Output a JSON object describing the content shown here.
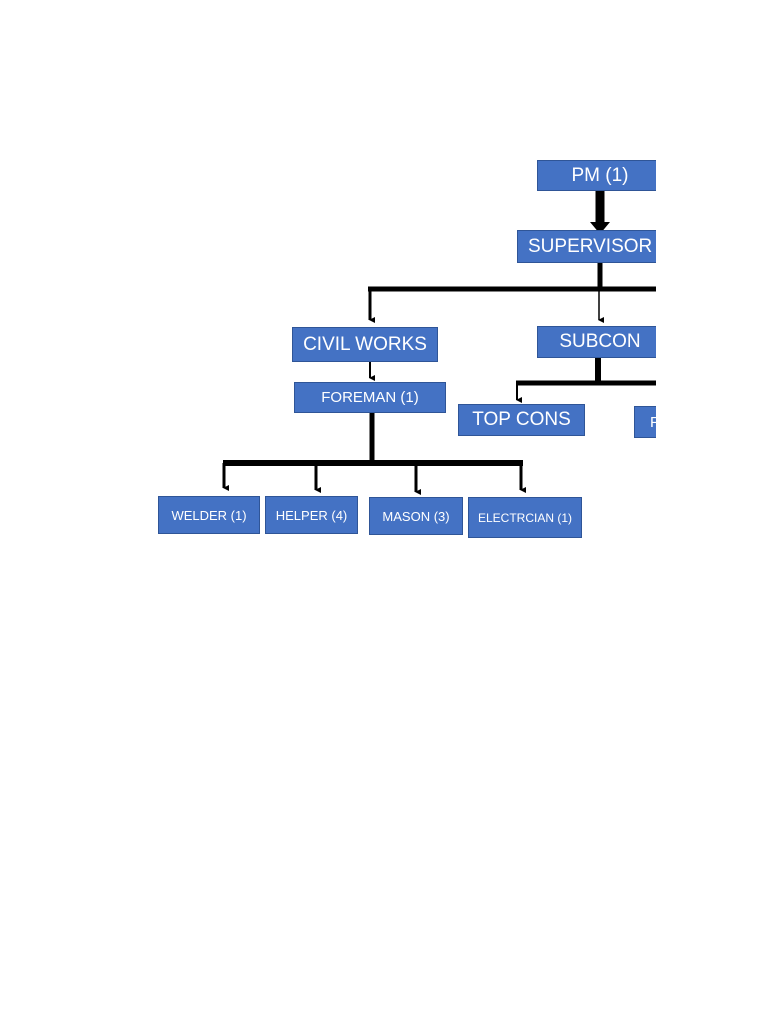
{
  "org_chart": {
    "pm": "PM (1)",
    "supervisor": "SUPERVISOR (",
    "civil_works": "CIVIL WORKS",
    "subcon": "SUBCON",
    "foreman": "FOREMAN (1)",
    "top_cons": "TOP CONS",
    "partial_box": "F",
    "welder": "WELDER (1)",
    "helper": "HELPER (4)",
    "mason": "MASON (3)",
    "electrician": "ELECTRCIAN (1)"
  },
  "colors": {
    "box_fill": "#4472c4",
    "box_border": "#2f5597",
    "connector": "#000000",
    "text": "#ffffff"
  }
}
